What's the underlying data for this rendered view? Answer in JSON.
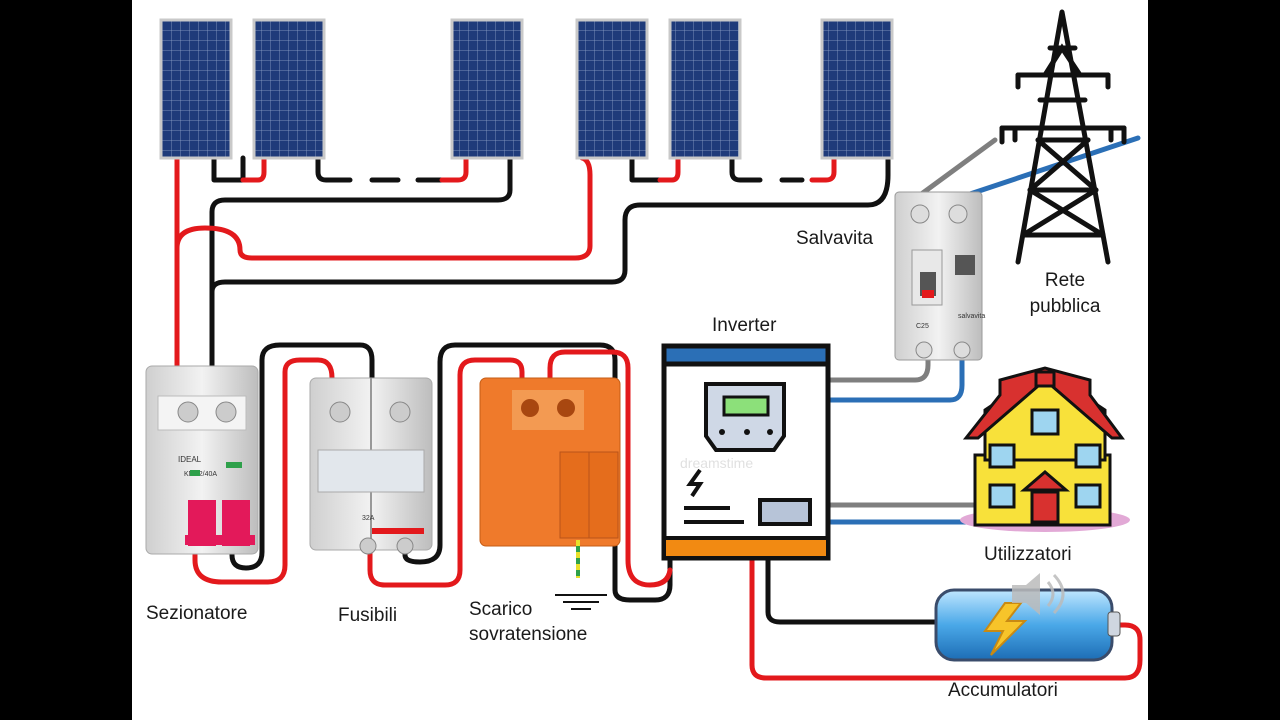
{
  "labels": {
    "salvavita": "Salvavita",
    "rete_line1": "Rete",
    "rete_line2": "pubblica",
    "inverter": "Inverter",
    "utilizzatori": "Utilizzatori",
    "sezionatore": "Sezionatore",
    "fusibili": "Fusibili",
    "scarico_line1": "Scarico",
    "scarico_line2": "sovratensione",
    "accumulatori": "Accumulatori"
  },
  "device_text": {
    "ideal": "IDEAL",
    "breaker_model": "KMI-2/40A",
    "fuse_rating": "32A",
    "rcd_rating": "C25",
    "rcd_brand": "salvavita",
    "watermark": "dreamstime"
  },
  "colors": {
    "wire_pos": "#e3191c",
    "wire_neg": "#111111",
    "wire_ac_grey": "#7f7f7f",
    "wire_ac_blue": "#2b6fb6",
    "panel": "#1f3b7a",
    "spd": "#ef7a2b",
    "inverter_base": "#f28a12",
    "battery_glass": "#4aa8e8",
    "house_wall": "#f8e13a",
    "house_roof": "#d8312f"
  },
  "icons": [
    "solar-panel-icon",
    "pylon-icon",
    "house-icon",
    "battery-icon",
    "lightning-icon",
    "ground-icon",
    "speaker-icon"
  ]
}
